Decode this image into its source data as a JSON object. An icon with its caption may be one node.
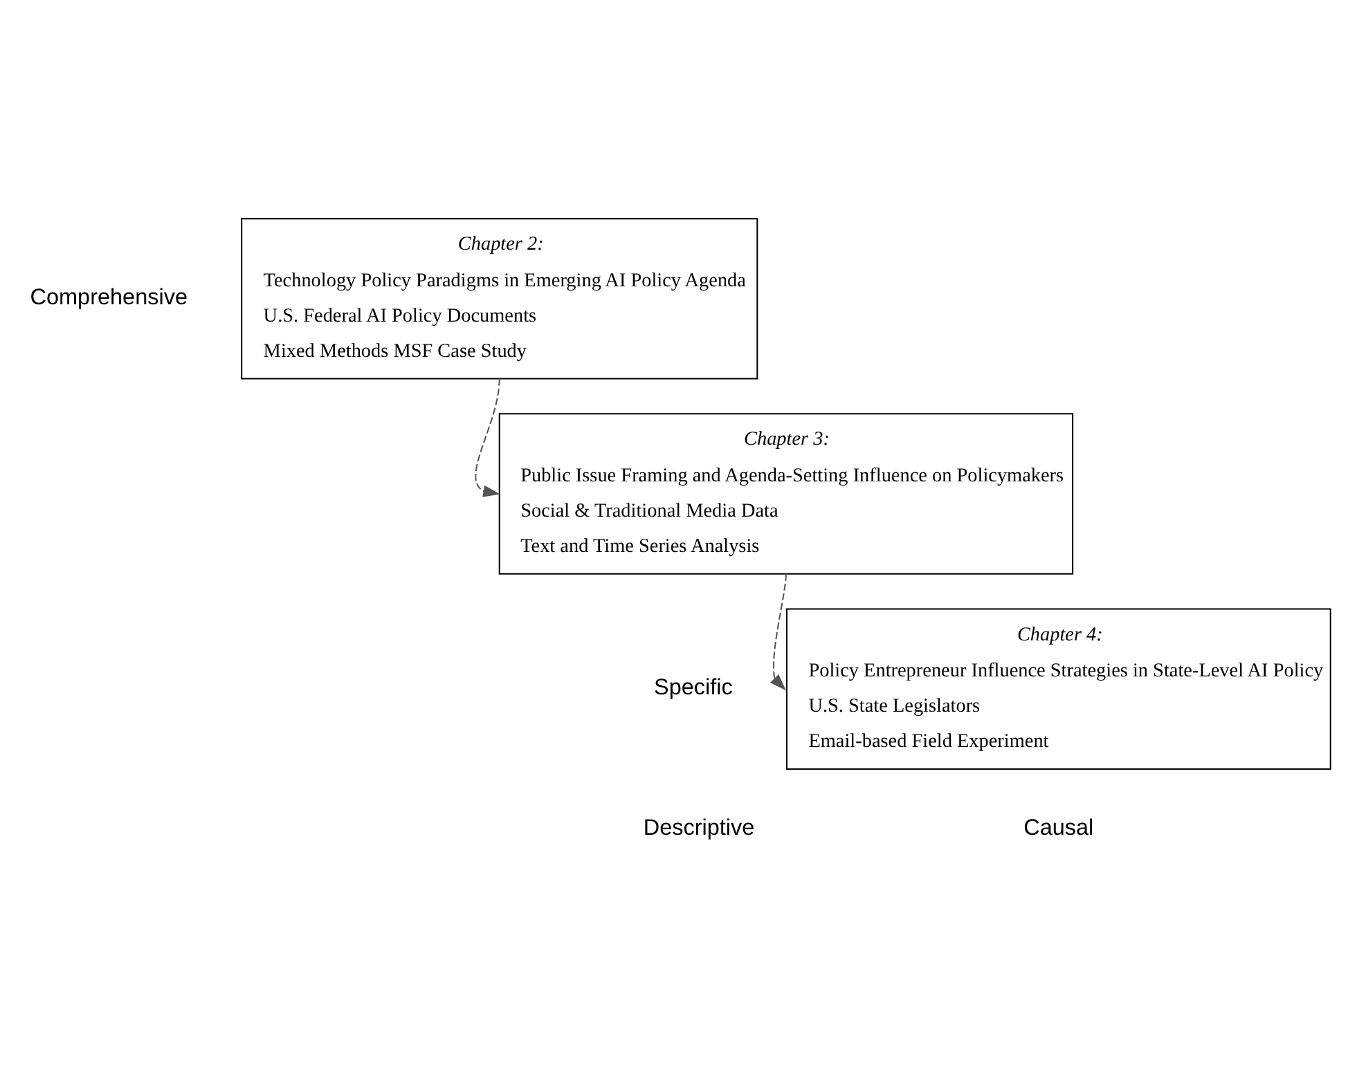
{
  "diagram": {
    "nodes": [
      {
        "text": [
          "Chapter 2:",
          "Technology Policy Paradigms in Emerging AI Policy Agenda",
          "U.S. Federal AI Policy Documents",
          "Mixed Methods MSF Case Study"
        ]
      },
      {
        "text": [
          "Chapter 3:",
          "Public Issue Framing and Agenda-Setting Influence on Policymakers",
          "Social & Traditional Media Data",
          "Text and Time Series Analysis"
        ]
      },
      {
        "text": [
          "Chapter 4:",
          "Policy Entrepreneur Influence Strategies in State-Level AI Policy",
          "U.S. State Legislators",
          "Email-based Field Experiment"
        ]
      }
    ],
    "edges": [
      {
        "from": 0,
        "to": 1,
        "arrow": "to",
        "style": "dashed"
      },
      {
        "from": 1,
        "to": 2,
        "arrow": "to",
        "style": "dashed"
      }
    ],
    "labels": [
      "Comprehensive",
      "Specific",
      "Descriptive",
      "Causal"
    ]
  }
}
